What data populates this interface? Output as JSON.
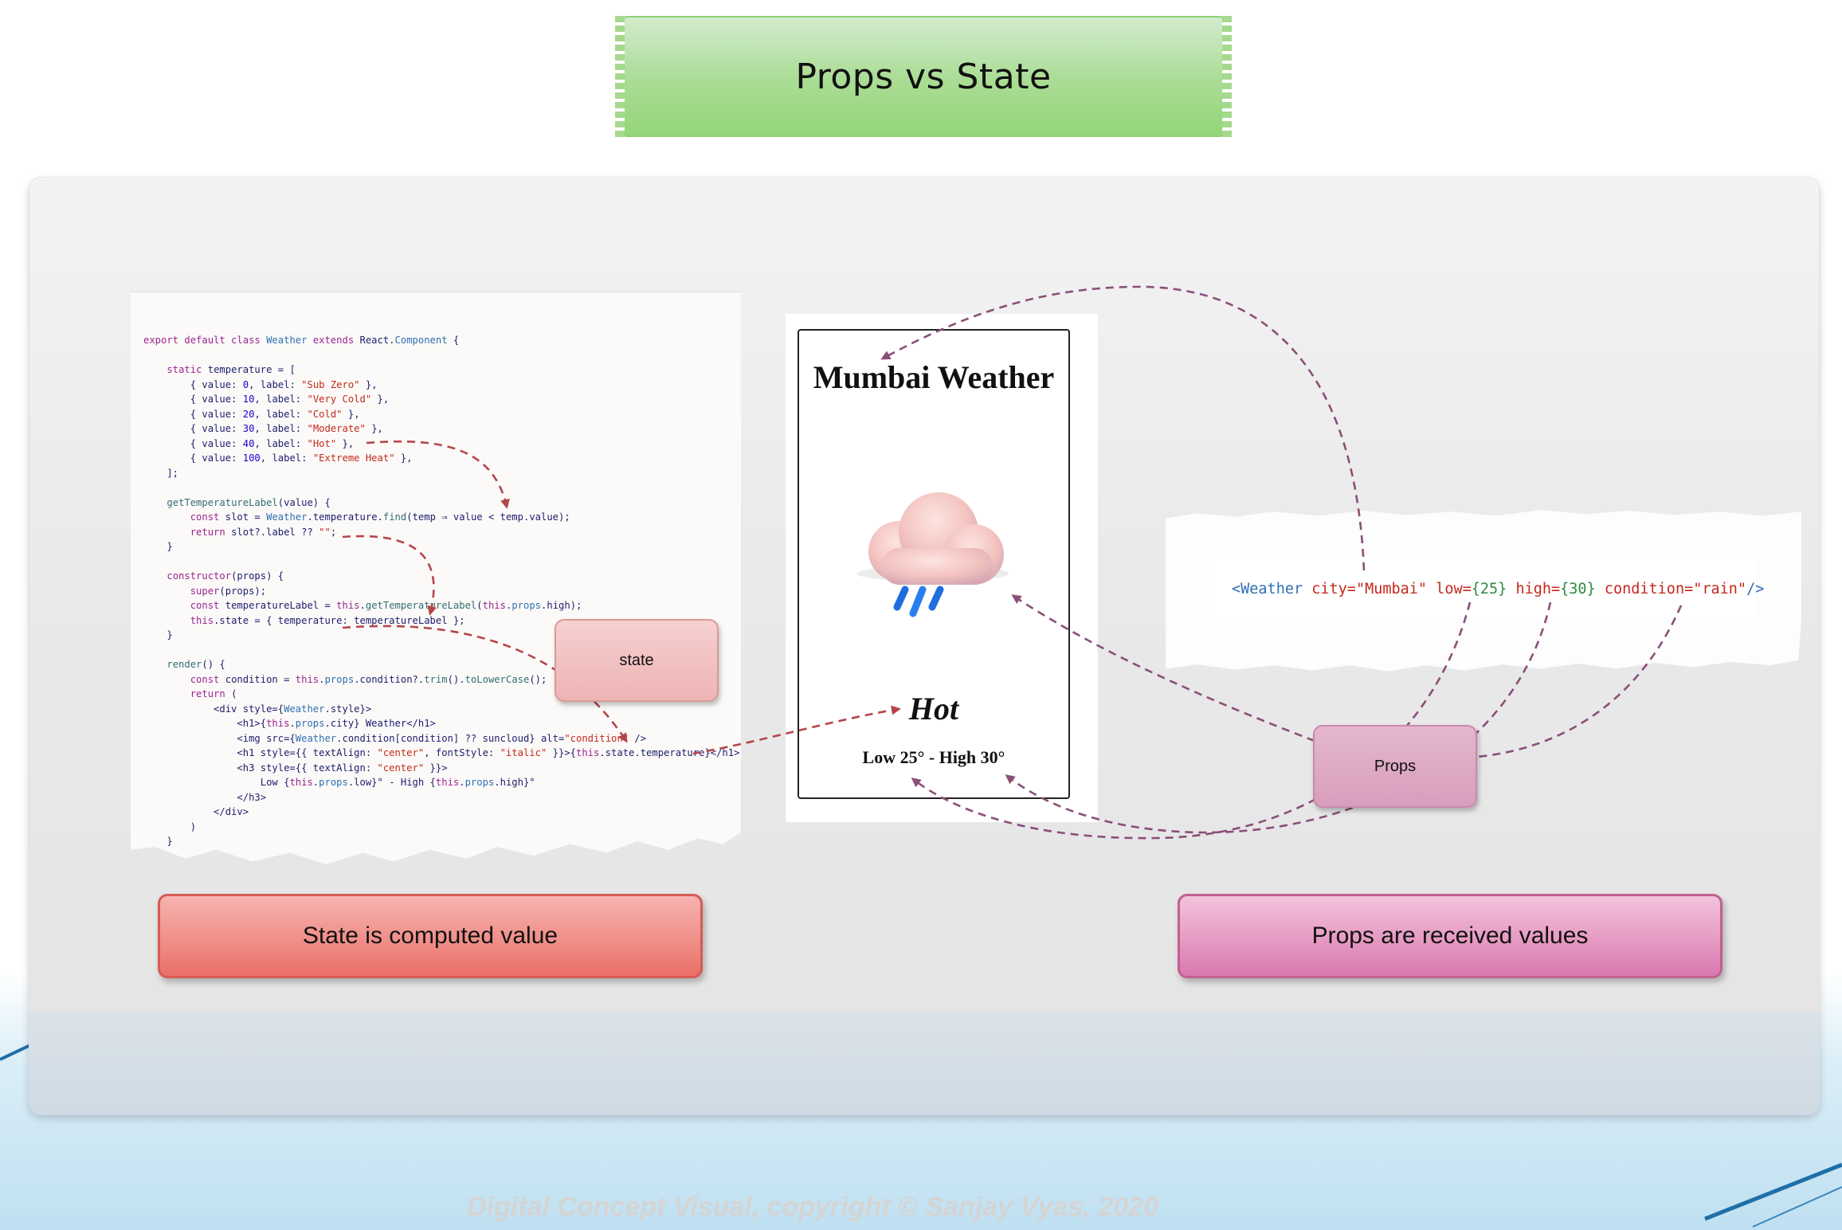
{
  "title": "Props vs State",
  "code_lines": [
    [
      [
        "kw",
        "export default class "
      ],
      [
        "ty",
        "Weather "
      ],
      [
        "kw",
        "extends "
      ],
      [
        "pl",
        "React."
      ],
      [
        "ty",
        "Component "
      ],
      [
        "pl",
        "{"
      ]
    ],
    [],
    [
      [
        "pl",
        "    "
      ],
      [
        "kw",
        "static "
      ],
      [
        "pl",
        "temperature = ["
      ]
    ],
    [
      [
        "pl",
        "        { value: "
      ],
      [
        "nm",
        "0"
      ],
      [
        "pl",
        ", label: "
      ],
      [
        "st",
        "\"Sub Zero\""
      ],
      [
        "pl",
        " },"
      ]
    ],
    [
      [
        "pl",
        "        { value: "
      ],
      [
        "nm",
        "10"
      ],
      [
        "pl",
        ", label: "
      ],
      [
        "st",
        "\"Very Cold\""
      ],
      [
        "pl",
        " },"
      ]
    ],
    [
      [
        "pl",
        "        { value: "
      ],
      [
        "nm",
        "20"
      ],
      [
        "pl",
        ", label: "
      ],
      [
        "st",
        "\"Cold\""
      ],
      [
        "pl",
        " },"
      ]
    ],
    [
      [
        "pl",
        "        { value: "
      ],
      [
        "nm",
        "30"
      ],
      [
        "pl",
        ", label: "
      ],
      [
        "st",
        "\"Moderate\""
      ],
      [
        "pl",
        " },"
      ]
    ],
    [
      [
        "pl",
        "        { value: "
      ],
      [
        "nm",
        "40"
      ],
      [
        "pl",
        ", label: "
      ],
      [
        "st",
        "\"Hot\""
      ],
      [
        "pl",
        " },"
      ]
    ],
    [
      [
        "pl",
        "        { value: "
      ],
      [
        "nm",
        "100"
      ],
      [
        "pl",
        ", label: "
      ],
      [
        "st",
        "\"Extreme Heat\""
      ],
      [
        "pl",
        " },"
      ]
    ],
    [
      [
        "pl",
        "    ];"
      ]
    ],
    [],
    [
      [
        "pl",
        "    "
      ],
      [
        "fn",
        "getTemperatureLabel"
      ],
      [
        "pl",
        "(value) {"
      ]
    ],
    [
      [
        "pl",
        "        "
      ],
      [
        "kw",
        "const "
      ],
      [
        "pl",
        "slot = "
      ],
      [
        "ty",
        "Weather"
      ],
      [
        "pl",
        ".temperature."
      ],
      [
        "fn",
        "find"
      ],
      [
        "pl",
        "(temp ⇒ value < temp.value);"
      ]
    ],
    [
      [
        "pl",
        "        "
      ],
      [
        "kw",
        "return "
      ],
      [
        "pl",
        "slot?.label ?? "
      ],
      [
        "st",
        "\"\""
      ],
      [
        "pl",
        ";"
      ]
    ],
    [
      [
        "pl",
        "    }"
      ]
    ],
    [],
    [
      [
        "pl",
        "    "
      ],
      [
        "kw",
        "constructor"
      ],
      [
        "pl",
        "(props) {"
      ]
    ],
    [
      [
        "pl",
        "        "
      ],
      [
        "kw",
        "super"
      ],
      [
        "pl",
        "(props);"
      ]
    ],
    [
      [
        "pl",
        "        "
      ],
      [
        "kw",
        "const "
      ],
      [
        "pl",
        "temperatureLabel = "
      ],
      [
        "kw",
        "this"
      ],
      [
        "pl",
        "."
      ],
      [
        "fn",
        "getTemperatureLabel"
      ],
      [
        "pl",
        "("
      ],
      [
        "kw",
        "this"
      ],
      [
        "pl",
        "."
      ],
      [
        "ty",
        "props"
      ],
      [
        "pl",
        ".high);"
      ]
    ],
    [
      [
        "pl",
        "        "
      ],
      [
        "kw",
        "this"
      ],
      [
        "pl",
        ".state = { temperature: temperatureLabel };"
      ]
    ],
    [
      [
        "pl",
        "    }"
      ]
    ],
    [],
    [
      [
        "pl",
        "    "
      ],
      [
        "fn",
        "render"
      ],
      [
        "pl",
        "() {"
      ]
    ],
    [
      [
        "pl",
        "        "
      ],
      [
        "kw",
        "const "
      ],
      [
        "pl",
        "condition = "
      ],
      [
        "kw",
        "this"
      ],
      [
        "pl",
        "."
      ],
      [
        "ty",
        "props"
      ],
      [
        "pl",
        ".condition?."
      ],
      [
        "fn",
        "trim"
      ],
      [
        "pl",
        "()."
      ],
      [
        "fn",
        "toLowerCase"
      ],
      [
        "pl",
        "();"
      ]
    ],
    [
      [
        "pl",
        "        "
      ],
      [
        "kw",
        "return "
      ],
      [
        "pl",
        "("
      ]
    ],
    [
      [
        "pl",
        "            <div style={"
      ],
      [
        "ty",
        "Weather"
      ],
      [
        "pl",
        ".style}>"
      ]
    ],
    [
      [
        "pl",
        "                <h1>{"
      ],
      [
        "kw",
        "this"
      ],
      [
        "pl",
        "."
      ],
      [
        "ty",
        "props"
      ],
      [
        "pl",
        ".city} Weather</h1>"
      ]
    ],
    [
      [
        "pl",
        "                <img src={"
      ],
      [
        "ty",
        "Weather"
      ],
      [
        "pl",
        ".condition[condition] ?? suncloud} alt="
      ],
      [
        "st",
        "\"condition\""
      ],
      [
        "pl",
        " />"
      ]
    ],
    [
      [
        "pl",
        "                <h1 style={{ textAlign: "
      ],
      [
        "st",
        "\"center\""
      ],
      [
        "pl",
        ", fontStyle: "
      ],
      [
        "st",
        "\"italic\""
      ],
      [
        "pl",
        " }}>{"
      ],
      [
        "kw",
        "this"
      ],
      [
        "pl",
        ".state.temperature}</h1>"
      ]
    ],
    [
      [
        "pl",
        "                <h3 style={{ textAlign: "
      ],
      [
        "st",
        "\"center\""
      ],
      [
        "pl",
        " }}>"
      ]
    ],
    [
      [
        "pl",
        "                    Low {"
      ],
      [
        "kw",
        "this"
      ],
      [
        "pl",
        "."
      ],
      [
        "ty",
        "props"
      ],
      [
        "pl",
        ".low}° - High {"
      ],
      [
        "kw",
        "this"
      ],
      [
        "pl",
        "."
      ],
      [
        "ty",
        "props"
      ],
      [
        "pl",
        ".high}°"
      ]
    ],
    [
      [
        "pl",
        "                </h3>"
      ]
    ],
    [
      [
        "pl",
        "            </div>"
      ]
    ],
    [
      [
        "pl",
        "        )"
      ]
    ],
    [
      [
        "pl",
        "    }"
      ]
    ]
  ],
  "weather_card": {
    "title": "Mumbai Weather",
    "condition_label": "Hot",
    "range": "Low 25° - High 30°",
    "icon": "rain-cloud-icon"
  },
  "usage": {
    "tag_open": "<Weather",
    "city_attr": " city=",
    "city_val": "\"Mumbai\"",
    "low_attr": " low=",
    "low_val": "{25}",
    "high_attr": " high=",
    "high_val": "{30}",
    "cond_attr": " condition=",
    "cond_val": "\"rain\"",
    "tag_close": "/>"
  },
  "state_label": "state",
  "props_label": "Props",
  "state_callout": "State is computed value",
  "props_callout": "Props are received values",
  "footer": "Digital Concept Visual, copyright © Sanjay Vyas, 2020",
  "colors": {
    "state_arrow": "#b4464a",
    "props_arrow": "#8a4f78",
    "title_green": "#a9dc93",
    "state_red": "#ea6f68",
    "props_pink": "#d978ad"
  }
}
